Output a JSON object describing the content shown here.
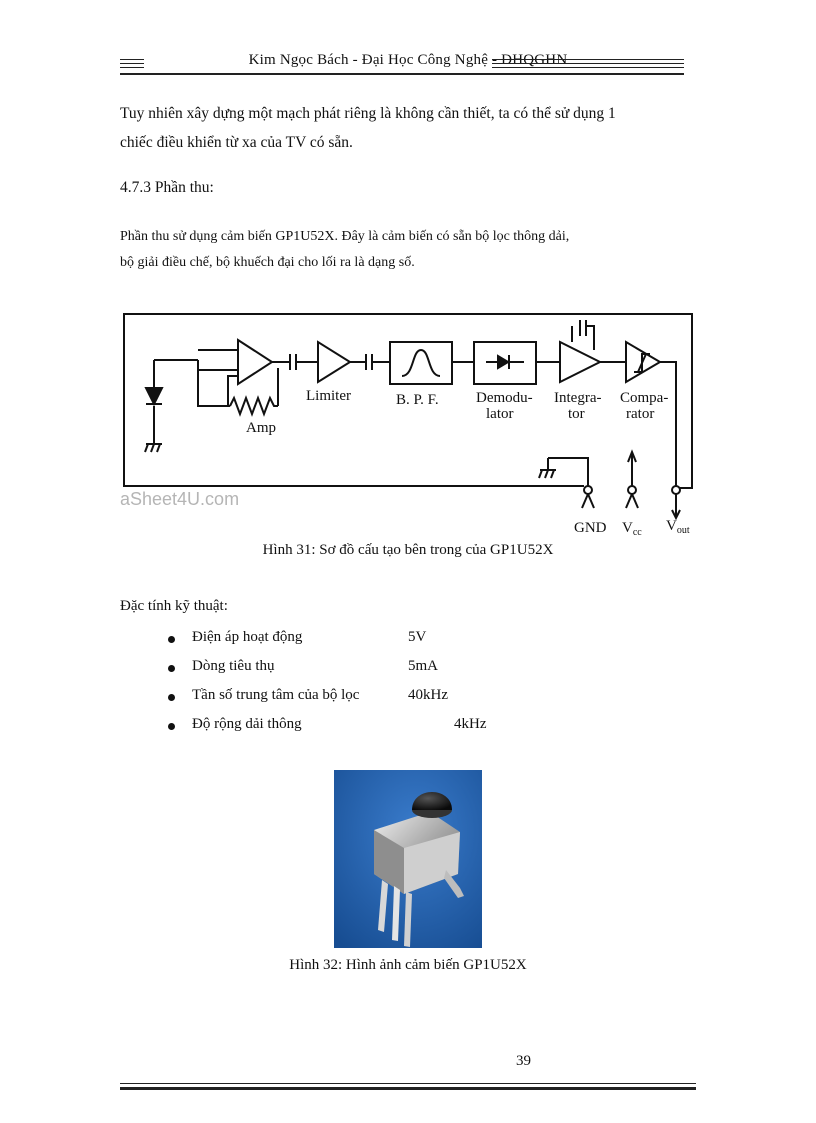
{
  "header": {
    "text": "Kim Ngọc Bách - Đại Học Công Nghệ - ĐHQGHN"
  },
  "intro": {
    "line1": "Tuy nhiên xây dựng một mạch phát riêng là không cần thiết, ta có thể sử dụng 1",
    "line2": "chiếc điều khiển từ xa của TV có sẵn."
  },
  "section": {
    "heading": "4.7.3 Phần thu:"
  },
  "receiver": {
    "line1": "Phần thu sử dụng cảm biến GP1U52X. Đây là cảm biến có sẵn bộ lọc thông dải,",
    "line2": "bộ giải điều chế, bộ khuếch đại cho lối ra là dạng số."
  },
  "diagram": {
    "labels": {
      "amp": "Amp",
      "limiter": "Limiter",
      "bpf": "B. P. F.",
      "demod1": "Demodu-",
      "demod2": "lator",
      "integ1": "Integra-",
      "integ2": "tor",
      "comp1": "Compa-",
      "comp2": "rator",
      "gnd": "GND",
      "vcc": "V",
      "vcc_sub": "cc",
      "vout": "V",
      "vout_sub": "out",
      "watermark": "aSheet4U.com"
    }
  },
  "captions": {
    "fig31": "Hình 31:   Sơ đồ cấu tạo bên trong của GP1U52X",
    "fig32": "Hình 32:   Hình ảnh cảm biến GP1U52X"
  },
  "specs": {
    "title": "Đặc tính kỹ thuật:",
    "items": [
      {
        "label": "Điện áp hoạt động",
        "value": "5V"
      },
      {
        "label": "Dòng tiêu thụ",
        "value": "5mA"
      },
      {
        "label": "Tần số trung tâm của bộ lọc",
        "value": "40kHz"
      },
      {
        "label": "Độ rộng dải thông",
        "value": "4kHz"
      }
    ]
  },
  "page": {
    "number": "39"
  },
  "colors": {
    "photo_bg": "#1f5fa8",
    "text": "#111111"
  }
}
